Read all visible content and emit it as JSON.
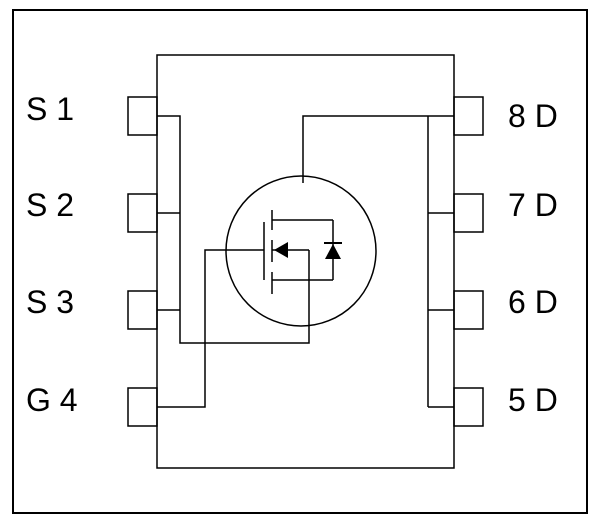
{
  "colors": {
    "line": "#000000",
    "background": "#ffffff"
  },
  "pins": {
    "left": [
      {
        "label": "S 1"
      },
      {
        "label": "S 2"
      },
      {
        "label": "S 3"
      },
      {
        "label": "G 4"
      }
    ],
    "right": [
      {
        "label": "8 D"
      },
      {
        "label": "7 D"
      },
      {
        "label": "6 D"
      },
      {
        "label": "5 D"
      }
    ]
  },
  "symbol": "n-channel-mosfet-with-body-diode"
}
